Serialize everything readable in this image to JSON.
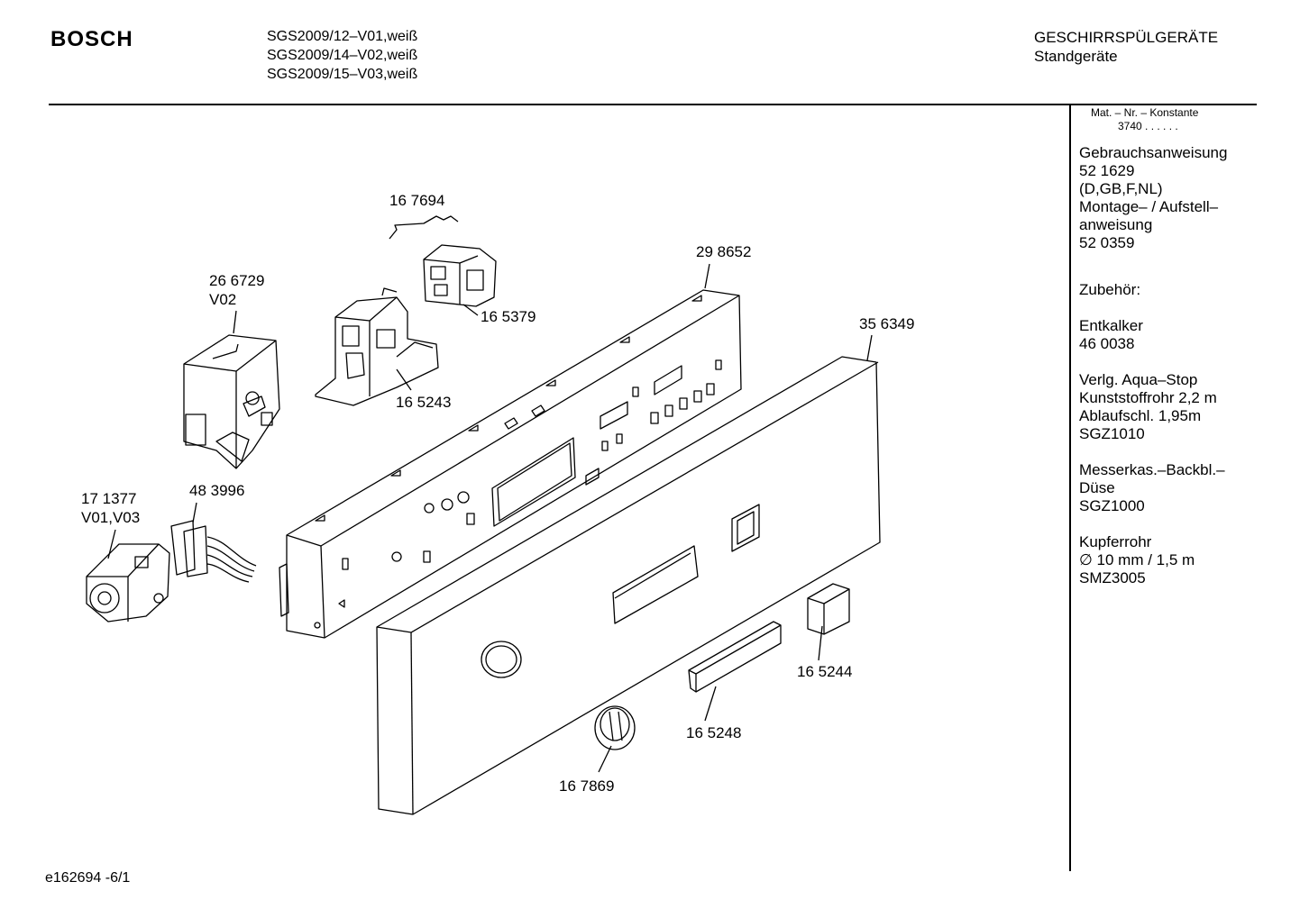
{
  "header": {
    "brand": "BOSCH",
    "models": [
      "SGS2009/12–V01,weiß",
      "SGS2009/14–V02,weiß",
      "SGS2009/15–V03,weiß"
    ],
    "category": "GESCHIRRSPÜLGERÄTE",
    "subcategory": "Standgeräte"
  },
  "sidebar": {
    "mat_label": "Mat. – Nr. – Konstante",
    "mat_value": "3740 . .   . . . .",
    "groups": [
      [
        "Gebrauchsanweisung",
        "52 1629",
        "(D,GB,F,NL)",
        "Montage– / Aufstell–",
        "anweisung",
        "52 0359"
      ],
      [
        "Zubehör:"
      ],
      [
        "Entkalker",
        "46 0038"
      ],
      [
        "Verlg. Aqua–Stop",
        "Kunststoffrohr 2,2 m",
        "Ablaufschl. 1,95m",
        "SGZ1010"
      ],
      [
        "Messerkas.–Backbl.–",
        "Düse",
        "SGZ1000"
      ],
      [
        "Kupferrohr",
        "∅ 10 mm / 1,5 m",
        "SMZ3005"
      ]
    ]
  },
  "parts": {
    "p167694": "16 7694",
    "p298652": "29 8652",
    "p266729": "26 6729",
    "p266729_var": "V02",
    "p165379": "16 5379",
    "p356349": "35 6349",
    "p165243": "16 5243",
    "p171377": "17 1377",
    "p171377_var": "V01,V03",
    "p483996": "48 3996",
    "p165244": "16 5244",
    "p165248": "16 5248",
    "p167869": "16 7869"
  },
  "footer": {
    "drawing_id": "e162694 -6/1"
  }
}
